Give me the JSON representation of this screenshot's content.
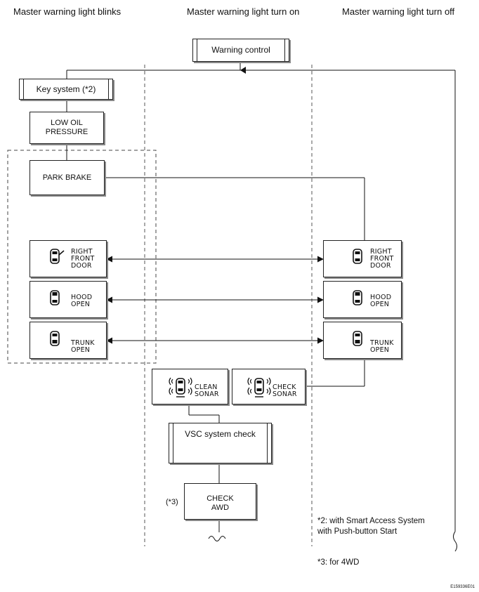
{
  "columns": {
    "blinks": "Master warning light blinks",
    "on": "Master warning light turn on",
    "off": "Master warning light turn off"
  },
  "blocks": {
    "warning_control": "Warning control",
    "key_system": "Key system (*2)",
    "low_oil_1": "LOW OIL",
    "low_oil_2": "PRESSURE",
    "park_brake": "PARK BRAKE",
    "vsc": "VSC system check",
    "awd_1": "CHECK",
    "awd_2": "AWD",
    "awd_note": "(*3)"
  },
  "lamps": {
    "right_front_door": [
      "RIGHT",
      "FRONT",
      "DOOR"
    ],
    "hood_open": [
      "HOOD",
      "OPEN"
    ],
    "trunk_open": [
      "TRUNK",
      "OPEN"
    ],
    "clean_sonar": [
      "CLEAN",
      "SONAR"
    ],
    "check_sonar": [
      "CHECK",
      "SONAR"
    ]
  },
  "notes": {
    "n2_line1": "*2: with Smart Access System",
    "n2_line2": "with Push-button Start",
    "n3": "*3: for 4WD"
  },
  "figure_code": "E159336E01"
}
